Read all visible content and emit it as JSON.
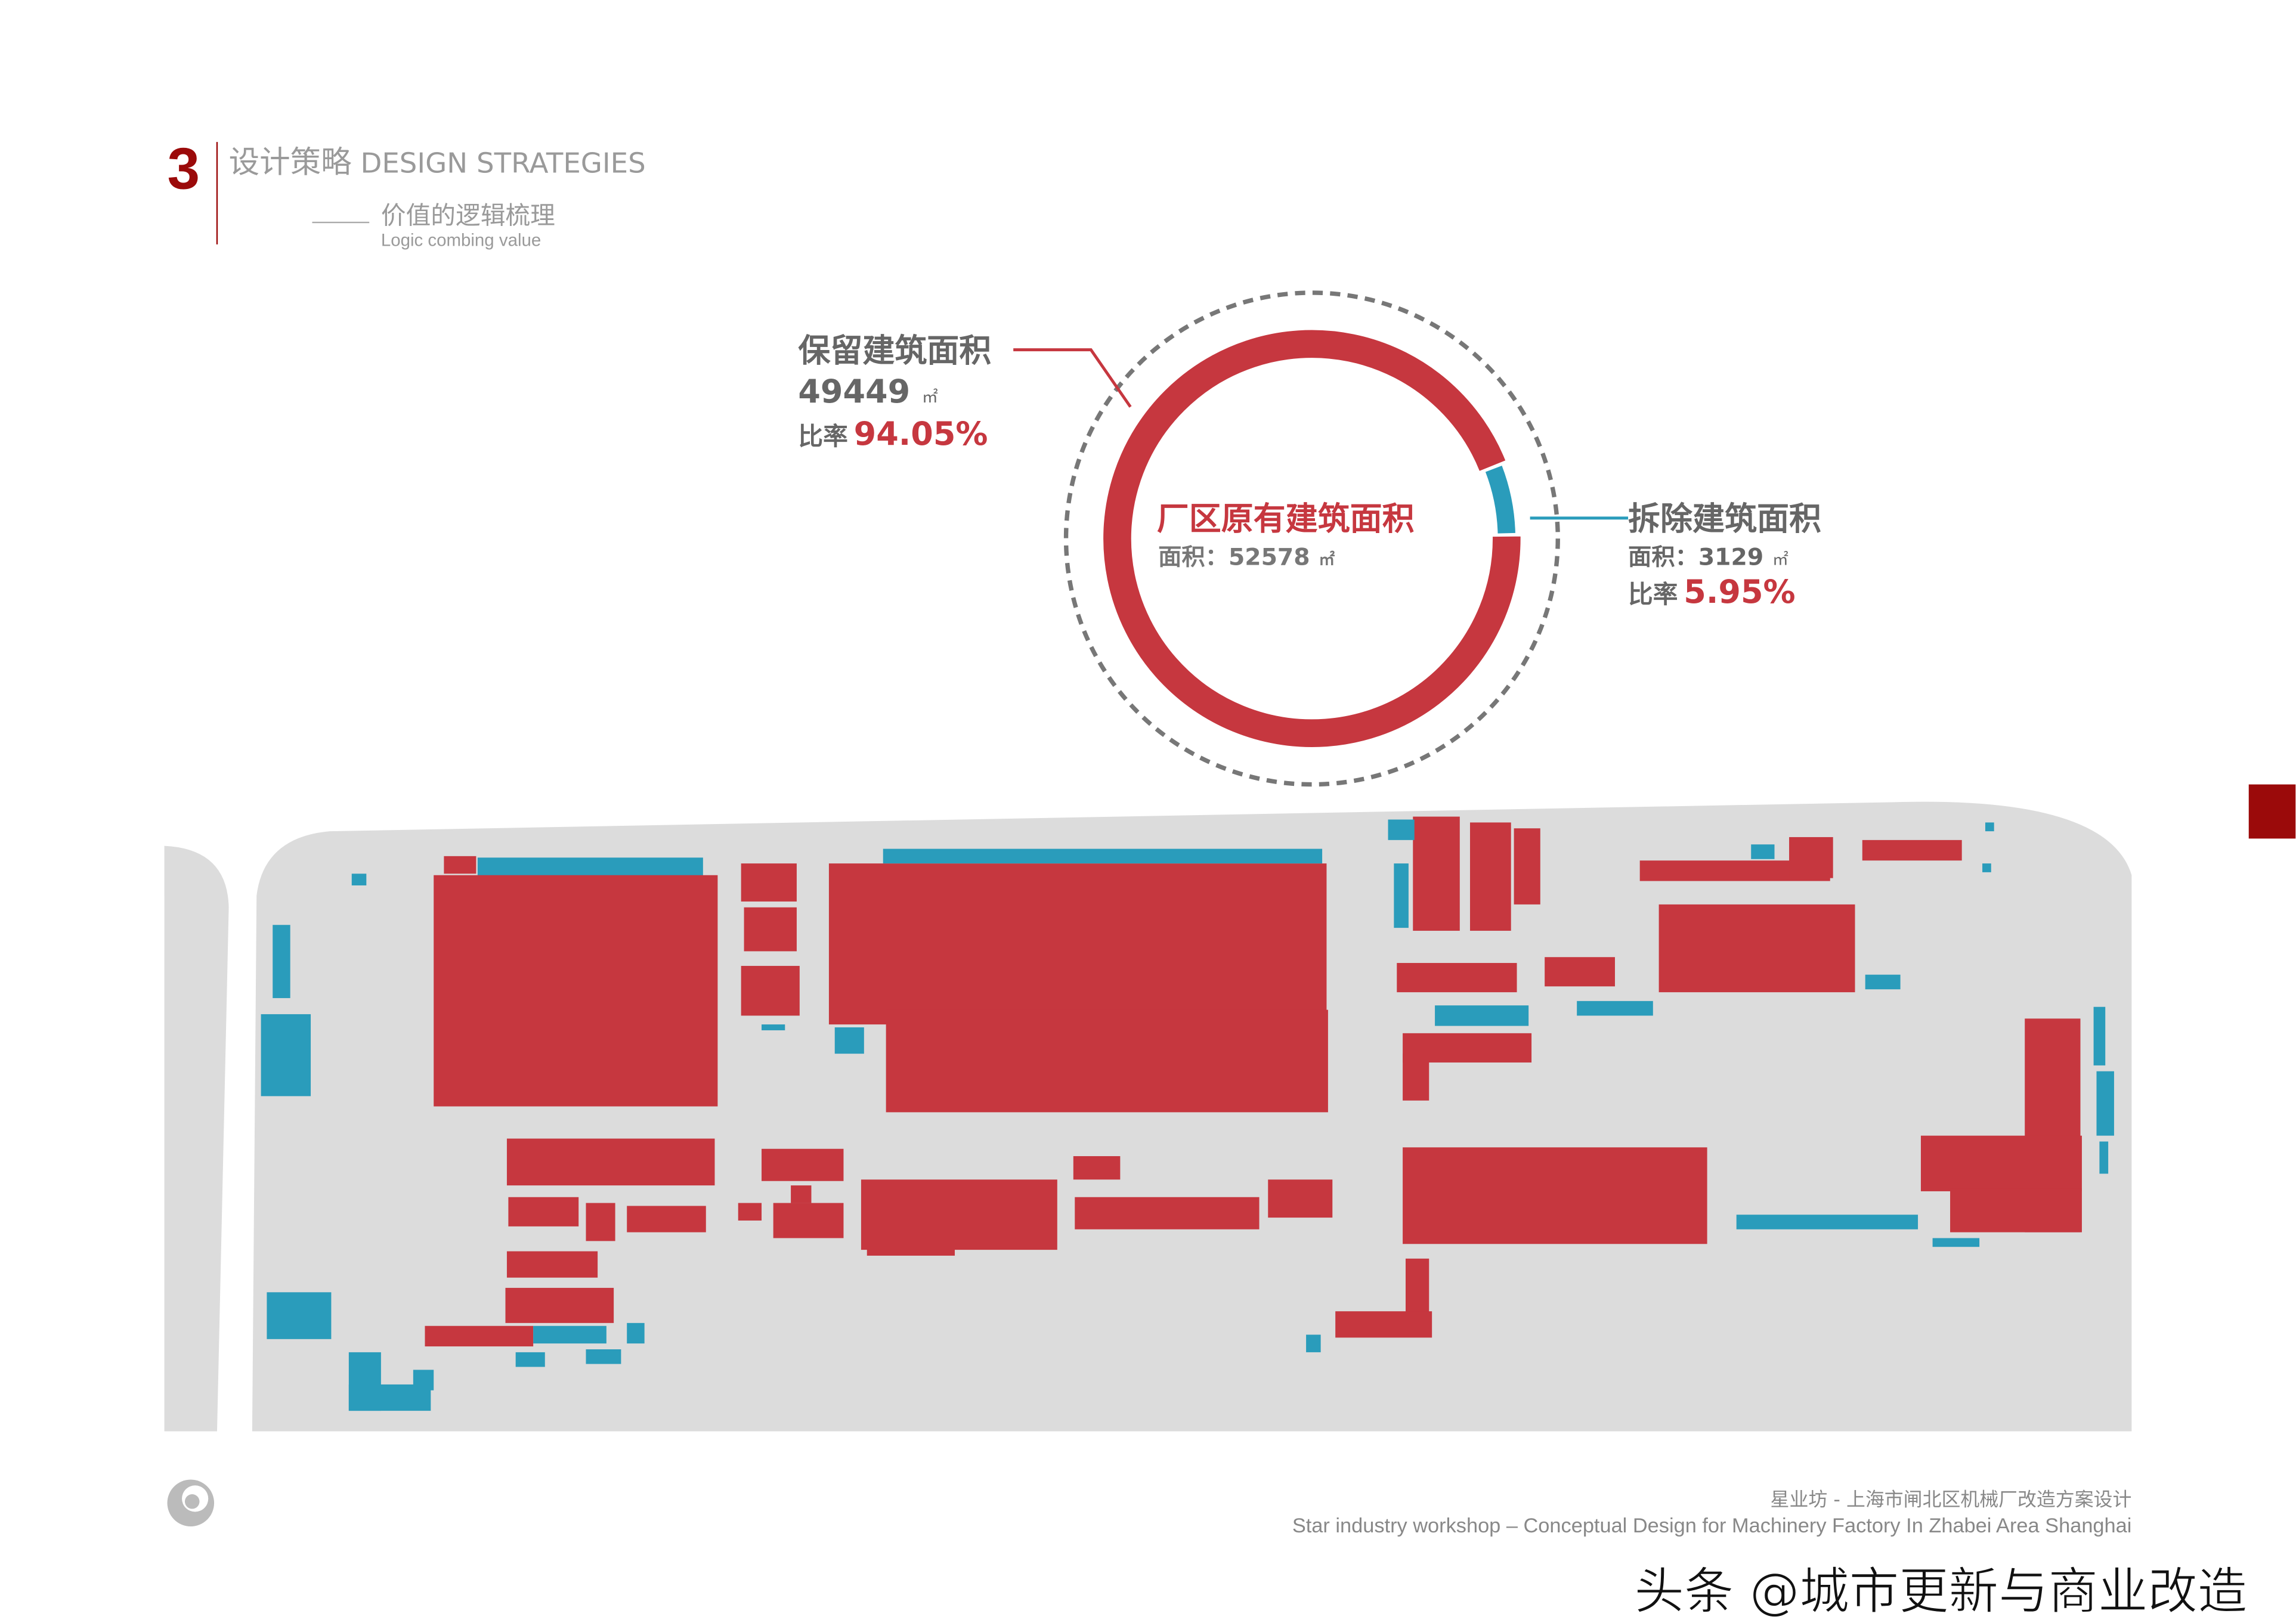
{
  "header": {
    "section_number": "3",
    "title_cn": "设计策略",
    "title_en": "DESIGN STRATEGIES",
    "subtitle_cn": "价值的逻辑梳理",
    "subtitle_en": "Logic combing value"
  },
  "ring": {
    "center_title": "厂区原有建筑面积",
    "center_area_label": "面积：52578",
    "unit": "㎡",
    "retained": {
      "title": "保留建筑面积",
      "area": "49449",
      "ratio_label": "比率",
      "ratio": "94.05%",
      "percent": 94.05
    },
    "demolished": {
      "title": "拆除建筑面积",
      "area_label": "面积：3129",
      "ratio_label": "比率",
      "ratio": "5.95%",
      "percent": 5.95
    }
  },
  "colors": {
    "retained": "#c6373f",
    "demolished": "#2a9cbb",
    "site": "#dcdcdc",
    "accent": "#9b0a0a"
  },
  "footer": {
    "project_cn": "星业坊 - 上海市闸北区机械厂改造方案设计",
    "project_en": "Star industry workshop – Conceptual Design for Machinery Factory In Zhabei Area Shanghai",
    "watermark": "头条 @城市更新与商业改造"
  }
}
